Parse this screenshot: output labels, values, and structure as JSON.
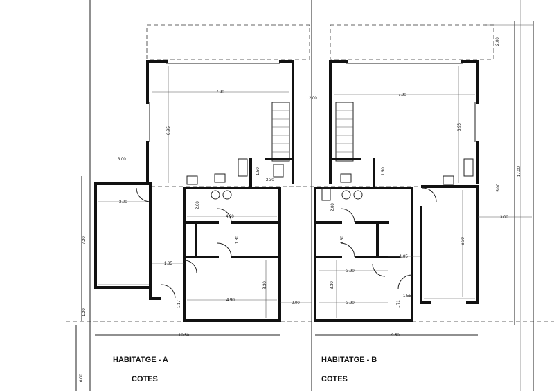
{
  "house_a": {
    "title": "HABITATGE - A",
    "subtitle": "COTES",
    "dims": [
      "7.90",
      "6.95",
      "3.00",
      "2.00",
      "1.50",
      "2.30",
      "3.00",
      "2.00",
      "4.90",
      "1.80",
      "7.20",
      "1.85",
      "3.30",
      "4.90",
      "2.00",
      "1.20",
      "1.17",
      "10.50",
      "6.00"
    ]
  },
  "house_b": {
    "title": "HABITATGE - B",
    "subtitle": "COTES",
    "dims": [
      "7.90",
      "6.95",
      "1.50",
      "2.00",
      "1.80",
      "3.90",
      "3.90",
      "3.30",
      "1.85",
      "1.55",
      "1.71",
      "6.30",
      "3.00",
      "15.00",
      "17.00",
      "2.00",
      "9.50"
    ]
  },
  "colors": {
    "line": "#111111",
    "background": "#ffffff"
  }
}
